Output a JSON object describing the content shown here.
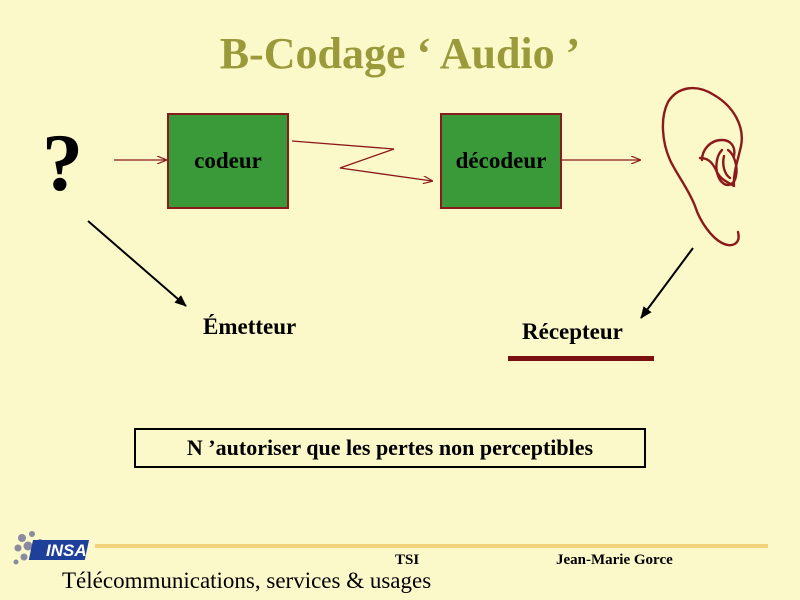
{
  "slide": {
    "title": "B-Codage ‘ Audio ’"
  },
  "diagram": {
    "source_symbol": "?",
    "encoder_label": "codeur",
    "decoder_label": "décodeur",
    "emitter_label": "Émetteur",
    "receiver_label": "Récepteur"
  },
  "note": {
    "text": "N ’autoriser que les pertes non perceptibles"
  },
  "footer": {
    "logo_text": "INSA",
    "course": "TSI",
    "author": "Jean-Marie Gorce",
    "subtitle": "Télécommunications, services & usages"
  },
  "colors": {
    "background": "#FBF8C9",
    "title": "#9A9A3A",
    "box_fill": "#3A9A3A",
    "arrow": "#8B1A1A",
    "footer_line": "#F2D27A"
  }
}
